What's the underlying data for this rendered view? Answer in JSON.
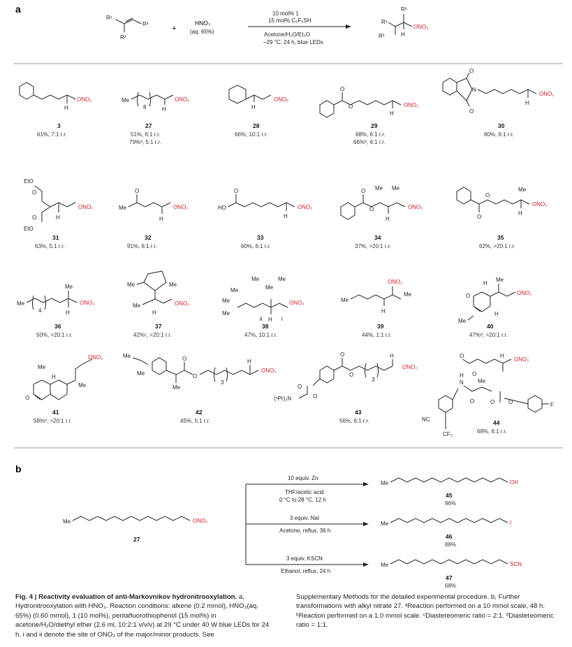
{
  "panel_a_label": "a",
  "panel_b_label": "b",
  "scheme": {
    "r1": "R¹",
    "r2": "R²",
    "r3": "R³",
    "plus": "+",
    "reagent": "HNO₃",
    "reagent_note": "(aq. 65%)",
    "cond1": "10 mol% 1",
    "cond2": "15 mol% C₆F₅SH",
    "cond3": "Acetone/H₂O/Et₂O",
    "cond4": "–29 °C, 24 h, blue LEDs",
    "prod_ono2": "ONO₂",
    "prod_h": "H"
  },
  "labels": {
    "ono2": "ONO₂",
    "h": "H",
    "me": "Me",
    "eto": "EtO",
    "ho": "HO",
    "o": "O",
    "n": "N",
    "nc": "NC",
    "f": "F",
    "cf3": "CF₃",
    "nprn": "(ⁿPr)₂N",
    "oh": "OH",
    "i": "I",
    "scn": "SCN",
    "sub8": "8",
    "sub4": "4",
    "sub3": "3",
    "roman_i": "i",
    "roman_ii": "ii"
  },
  "compounds": [
    {
      "id": "3",
      "yield": "61%, 7:1 r.r."
    },
    {
      "id": "27",
      "yield": "51%, 6:1 r.r.",
      "yield2": "79%ᵃ, 5:1 r.r."
    },
    {
      "id": "28",
      "yield": "66%, 10:1 r.r."
    },
    {
      "id": "29",
      "yield": "68%, 6:1 r.r.",
      "yield2": "66%ᵇ, 6:1 r.r."
    },
    {
      "id": "30",
      "yield": "80%, 6:1 r.r."
    },
    {
      "id": "31",
      "yield": "63%, 5:1 r.r."
    },
    {
      "id": "32",
      "yield": "91%, 6:1 r.r."
    },
    {
      "id": "33",
      "yield": "60%, 6:1 r.r."
    },
    {
      "id": "34",
      "yield": "37%, >20:1 r.r."
    },
    {
      "id": "35",
      "yield": "62%, >20:1 r.r."
    },
    {
      "id": "36",
      "yield": "50%, >20:1 r.r."
    },
    {
      "id": "37",
      "yield": "42%ᶜ, >20:1 r.r."
    },
    {
      "id": "38",
      "yield": "47%, 10:1 r.r."
    },
    {
      "id": "39",
      "yield": "44%, 1:1 r.r."
    },
    {
      "id": "40",
      "yield": "47%ᵈ, >20:1 r.r."
    },
    {
      "id": "41",
      "yield": "58%ᵈ, >20:1 r.r."
    },
    {
      "id": "42",
      "yield": "45%, 5:1 r.r."
    },
    {
      "id": "43",
      "yield": "56%, 6:1 r.r."
    },
    {
      "id": "44",
      "yield": "68%, 6:1 r.r."
    }
  ],
  "panel_b": {
    "start_id": "27",
    "r1_top": "10 equiv. Zn",
    "r1_bot1": "THF/acetic acid",
    "r1_bot2": "0 °C to 28 °C, 12 h",
    "p1_id": "45",
    "p1_yield": "96%",
    "r2_top": "3 equiv. NaI",
    "r2_bot": "Acetone, reflux, 36 h",
    "p2_id": "46",
    "p2_yield": "88%",
    "r3_top": "3 equiv. KSCN",
    "r3_bot": "Ethanol, reflux, 24 h",
    "p3_id": "47",
    "p3_yield": "68%"
  },
  "caption": {
    "title": "Fig. 4 | Reactivity evaluation of anti-Markovnikov hydronitrooxylation.",
    "left": "a, Hydronitrooxylation with HNO₃. Reaction conditions: alkene (0.2 mmol), HNO₃(aq. 65%) (0.60 mmol), 1 (10 mol%), pentafluorothiophenol (15 mol%) in acetone/H₂O/diethyl ether (2.6 ml, 10:2:1 v/v/v) at 29 °C under 40 W blue LEDs for 24 h. i and ii denote the site of ONO₂ of the major/minor products. See",
    "right": "Supplementary Methods for the detailed experimental procedure. b, Further transformations with alkyl nitrate 27. ᵃReaction performed on a 10 mmol scale, 48 h. ᵇReaction performed on a 1.0 mmol scale. ᶜDiastereomeric ratio = 2:1. ᵈDiastereomeric ratio = 1:1."
  }
}
